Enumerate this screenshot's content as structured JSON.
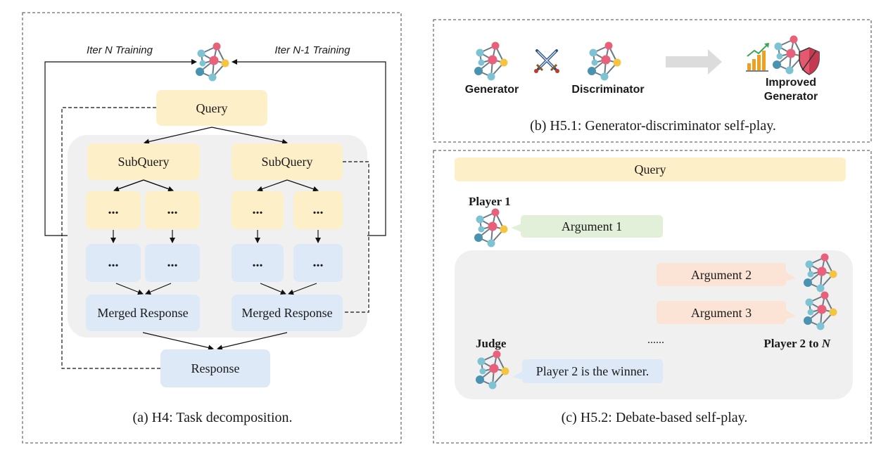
{
  "panel_a": {
    "iter_n_label": "Iter N Training",
    "iter_n1_label": "Iter N-1 Training",
    "query": "Query",
    "subquery_left": "SubQuery",
    "subquery_right": "SubQuery",
    "dots": "...",
    "merged_left": "Merged Response",
    "merged_right": "Merged Response",
    "response": "Response",
    "caption": "(a) H4: Task decomposition."
  },
  "panel_b": {
    "generator": "Generator",
    "discriminator": "Discriminator",
    "improved_line1": "Improved",
    "improved_line2": "Generator",
    "caption": "(b) H5.1: Generator-discriminator self-play."
  },
  "panel_c": {
    "query": "Query",
    "player1": "Player 1",
    "argument1": "Argument 1",
    "argument2": "Argument  2",
    "argument3": "Argument 3",
    "ellipsis": "......",
    "judge": "Judge",
    "players_prefix": "Player 2 to ",
    "players_n": "N",
    "verdict": "Player 2 is the winner.",
    "caption": "(c) H5.2: Debate-based self-play."
  },
  "colors": {
    "yellow_box": "#fdefc7",
    "blue_box": "#dde9f6",
    "green_box": "#e2efd9",
    "orange_box": "#fbe4d5",
    "gray_region": "#f0f0f0",
    "node_teal": "#7ec3d4",
    "node_blue": "#4a93b0",
    "node_red": "#e8607a",
    "node_yellow": "#f5c542"
  },
  "icons": [
    "agent-network-icon",
    "crossed-swords-icon",
    "growth-chart-icon",
    "shield-icon",
    "arrow-right-icon"
  ]
}
